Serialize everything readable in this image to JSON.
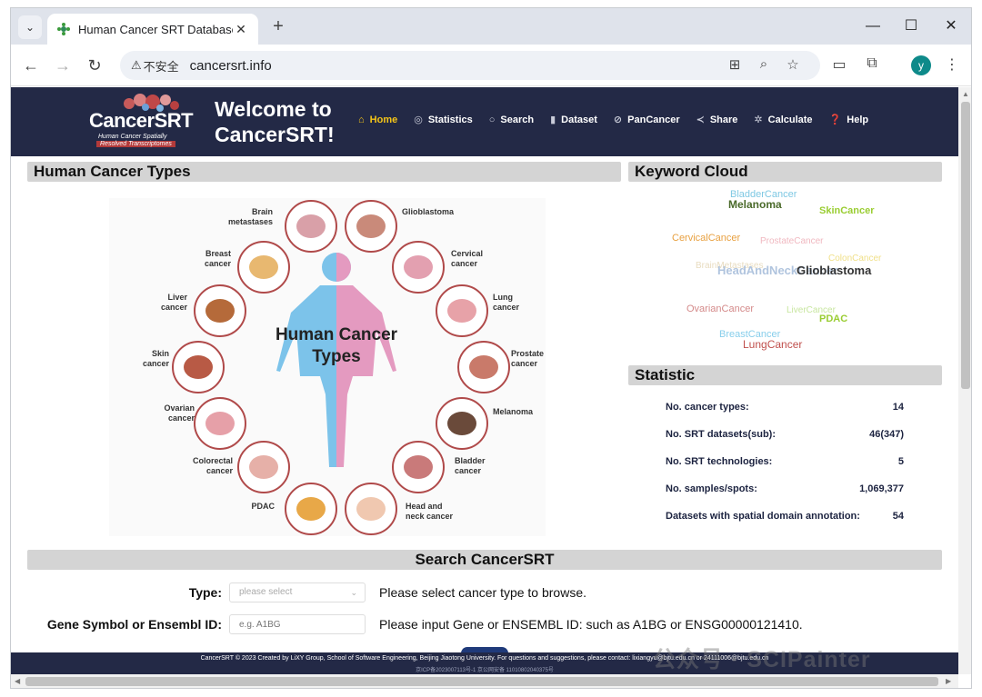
{
  "browser": {
    "tab_title": "Human Cancer SRT Database",
    "new_tab_symbol": "+",
    "security_label": "不安全",
    "url": "cancersrt.info",
    "profile_initial": "y"
  },
  "site": {
    "logo_text": "CancerSRT",
    "logo_tagline_1": "Human  Cancer  Spatially",
    "logo_tagline_2": "Resolved Transcriptomes",
    "welcome_line1": "Welcome to",
    "welcome_line2": "CancerSRT!",
    "nav": [
      {
        "label": "Home",
        "icon": "home-icon",
        "active": true
      },
      {
        "label": "Statistics",
        "icon": "eye-icon"
      },
      {
        "label": "Search",
        "icon": "search-icon"
      },
      {
        "label": "Dataset",
        "icon": "bar-chart-icon"
      },
      {
        "label": "PanCancer",
        "icon": "compass-icon"
      },
      {
        "label": "Share",
        "icon": "share-icon"
      },
      {
        "label": "Calculate",
        "icon": "gear-icon"
      },
      {
        "label": "Help",
        "icon": "help-icon"
      }
    ]
  },
  "cancer_types_panel": {
    "title": "Human Cancer Types",
    "center_label_1": "Human Cancer",
    "center_label_2": "Types",
    "organs": [
      {
        "label": "Brain\nmetastases"
      },
      {
        "label": "Glioblastoma"
      },
      {
        "label": "Breast\ncancer"
      },
      {
        "label": "Cervical\ncancer"
      },
      {
        "label": "Liver\ncancer"
      },
      {
        "label": "Lung\ncancer"
      },
      {
        "label": "Skin\ncancer"
      },
      {
        "label": "Prostate\ncancer"
      },
      {
        "label": "Ovarian\ncancer"
      },
      {
        "label": "Melanoma"
      },
      {
        "label": "Colorectal\ncancer"
      },
      {
        "label": "Bladder\ncancer"
      },
      {
        "label": "PDAC"
      },
      {
        "label": "Head and\nneck cancer"
      }
    ]
  },
  "keyword_cloud": {
    "title": "Keyword Cloud",
    "words": [
      {
        "text": "BladderCancer",
        "color": "#7ec8e3"
      },
      {
        "text": "Melanoma",
        "color": "#4a6a2a"
      },
      {
        "text": "SkinCancer",
        "color": "#9acd32"
      },
      {
        "text": "CervicalCancer",
        "color": "#e8a040"
      },
      {
        "text": "ProstateCancer",
        "color": "#f0b8c0"
      },
      {
        "text": "ColonCancer",
        "color": "#f0e08a"
      },
      {
        "text": "BrainMetastases",
        "color": "#e8dcc0"
      },
      {
        "text": "HeadAndNeckCancer",
        "color": "#b0c4de"
      },
      {
        "text": "Glioblastoma",
        "color": "#333333"
      },
      {
        "text": "OvarianCancer",
        "color": "#d48a8a"
      },
      {
        "text": "LiverCancer",
        "color": "#c8e6a0"
      },
      {
        "text": "PDAC",
        "color": "#9acd32"
      },
      {
        "text": "BreastCancer",
        "color": "#87ceeb"
      },
      {
        "text": "LungCancer",
        "color": "#c0504d"
      }
    ]
  },
  "statistic": {
    "title": "Statistic",
    "rows": [
      {
        "label": "No. cancer types:",
        "value": "14"
      },
      {
        "label": "No. SRT datasets(sub):",
        "value": "46(347)"
      },
      {
        "label": "No. SRT technologies:",
        "value": "5"
      },
      {
        "label": "No. samples/spots:",
        "value": "1,069,377"
      },
      {
        "label": "Datasets with spatial domain annotation:",
        "value": "54"
      }
    ]
  },
  "search": {
    "title": "Search CancerSRT",
    "type_label": "Type:",
    "type_placeholder": "please select",
    "type_hint": "Please select cancer type to browse.",
    "gene_label": "Gene Symbol or Ensembl ID:",
    "gene_placeholder": "e.g. A1BG",
    "gene_hint": "Please input Gene or ENSEMBL ID: such as A1BG or ENSG00000121410."
  },
  "footer": {
    "line1": "CancerSRT © 2023 Created by LiXY Group, School of Software Engineering, Beijing Jiaotong University. For questions and suggestions, please contact: lixiangyu@bjtu.edu.cn or 24111006@bjtu.edu.cn",
    "line2": "京ICP备2023007113号-1 京公网安备 11010802040375号"
  },
  "watermark": "公众号 · SCIPainter"
}
